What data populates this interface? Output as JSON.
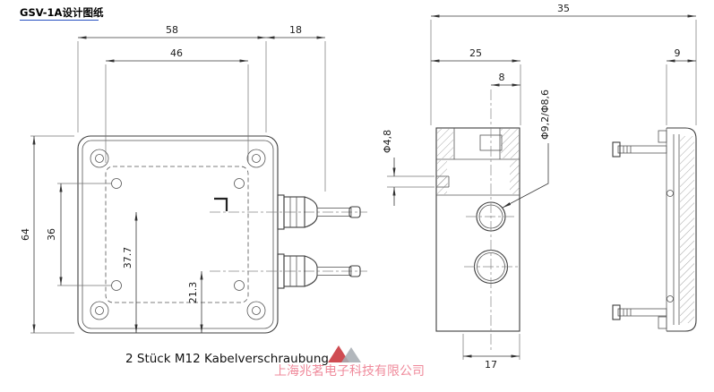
{
  "title": "GSV-1A设计图纸",
  "caption": "2 Stück M12 Kabelverschraubung",
  "watermark_company": "上海兆茗电子科技有限公司",
  "colors": {
    "line": "#3c3c3c",
    "title_underline": "#2750c0",
    "watermark_pink": "#ef8496",
    "logo_red": "#c8333a",
    "logo_gray": "#a7adb3"
  },
  "dims": {
    "front_overall_width": "58",
    "front_gland_ext": "18",
    "front_inner_width": "46",
    "front_overall_height": "64",
    "front_inner_height": "36",
    "front_gland1_pos": "37.7",
    "front_gland2_pos": "21.3",
    "side_total_depth": "35",
    "side_body_depth": "25",
    "side_hole_offset": "8",
    "side_screw_hole": "Φ4,8",
    "side_cable_hole": "Φ9,2/Φ8,6",
    "side_bottom": "17",
    "right_lid_depth": "9"
  }
}
